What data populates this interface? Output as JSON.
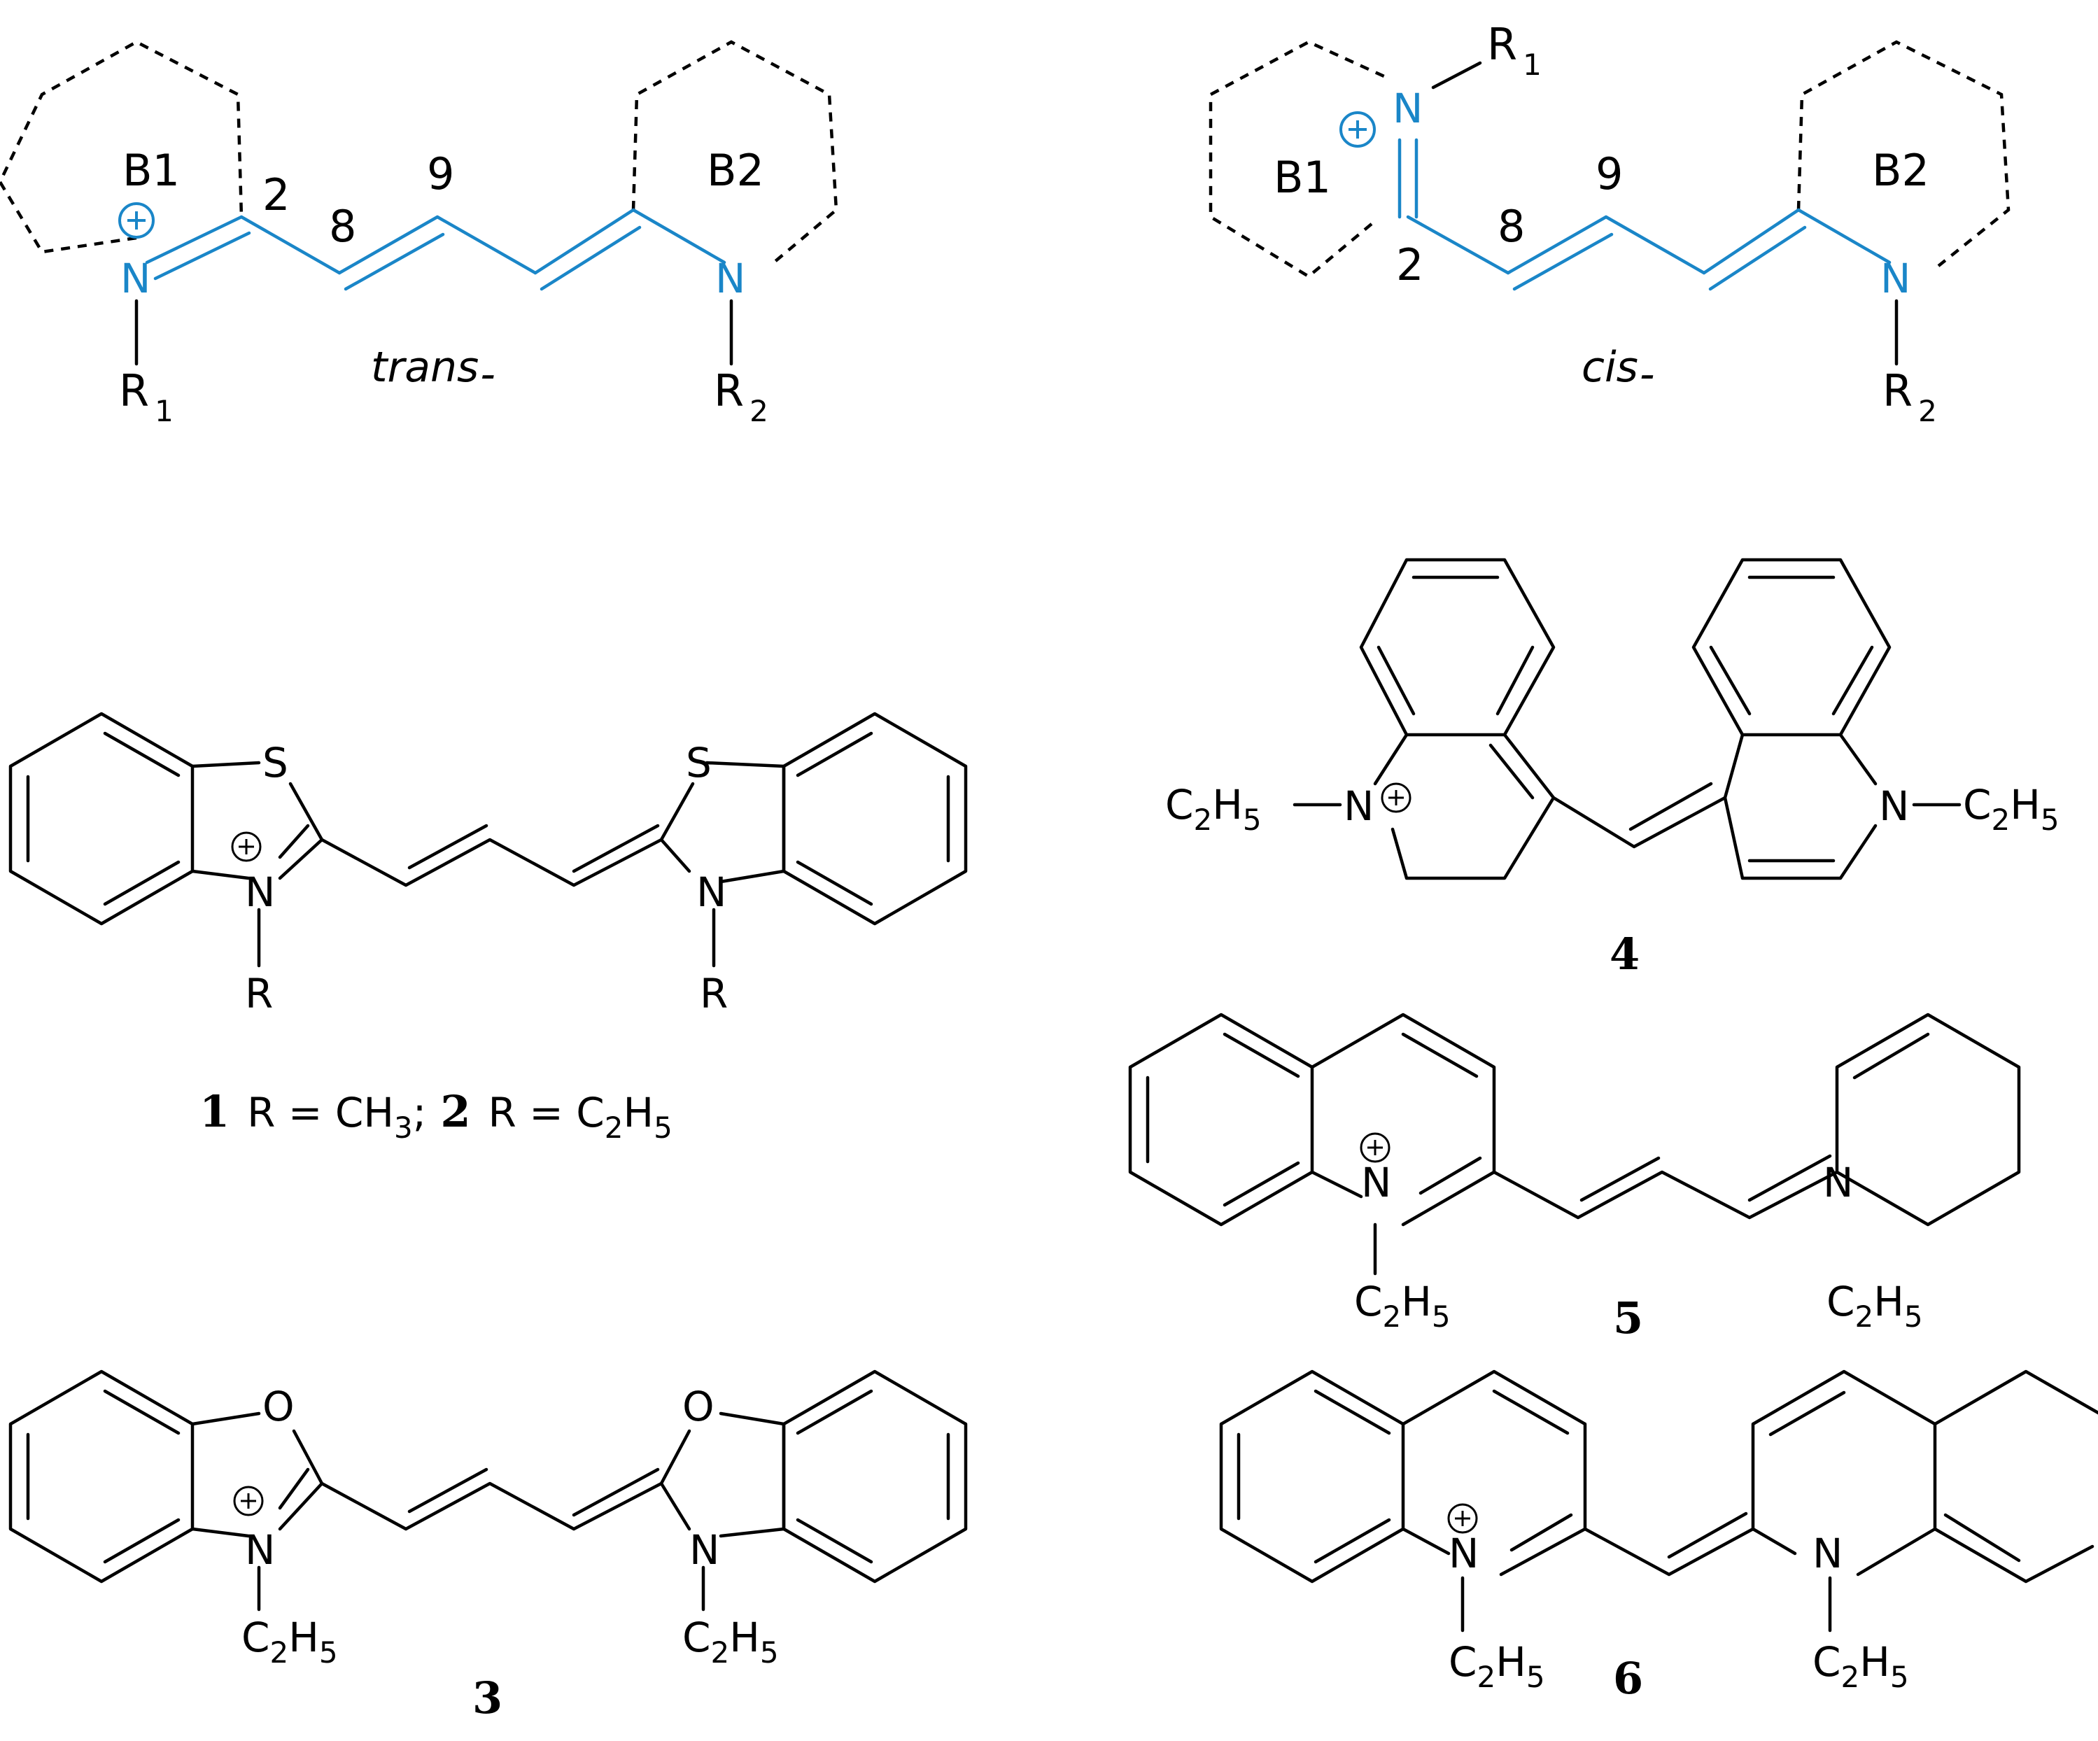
{
  "general_structures": {
    "trans": {
      "ring_left": "B1",
      "ring_right": "B2",
      "pos_2": "2",
      "pos_8": "8",
      "pos_9": "9",
      "n_plus": "N",
      "n_neutral": "N",
      "r1": "R",
      "r1_sub": "1",
      "r2": "R",
      "r2_sub": "2",
      "isomer": "trans",
      "isomer_dash": "-"
    },
    "cis": {
      "ring_left": "B1",
      "ring_right": "B2",
      "pos_2": "2",
      "pos_8": "8",
      "pos_9": "9",
      "n_plus": "N",
      "n_neutral": "N",
      "r1": "R",
      "r1_sub": "1",
      "r2": "R",
      "r2_sub": "2",
      "isomer": "cis",
      "isomer_dash": "-"
    }
  },
  "compounds": {
    "c12": {
      "s_left": "S",
      "s_right": "S",
      "n_left": "N",
      "n_right": "N",
      "r_left": "R",
      "r_right": "R",
      "caption": {
        "num1": "1",
        "part1": "R = CH",
        "sub1": "3",
        "sep": ";",
        "num2": "2",
        "part2": "R = C",
        "sub2a": "2",
        "part2b": "H",
        "sub2b": "5"
      }
    },
    "c3": {
      "o_left": "O",
      "o_right": "O",
      "n_left": "N",
      "n_right": "N",
      "sub_c": "C",
      "sub_2": "2",
      "sub_h": "H",
      "sub_5": "5",
      "number": "3"
    },
    "c4": {
      "n_left": "N",
      "n_right": "N",
      "sub_c": "C",
      "sub_2": "2",
      "sub_h": "H",
      "sub_5": "5",
      "number": "4"
    },
    "c5": {
      "n_left": "N",
      "n_right": "N",
      "sub_c": "C",
      "sub_2": "2",
      "sub_h": "H",
      "sub_5": "5",
      "number": "5"
    },
    "c6": {
      "n_left": "N",
      "n_right": "N",
      "sub_c": "C",
      "sub_2": "2",
      "sub_h": "H",
      "sub_5": "5",
      "number": "6"
    }
  },
  "colors": {
    "conjugated_chain": "#1a86c8",
    "bonds": "#000000"
  }
}
